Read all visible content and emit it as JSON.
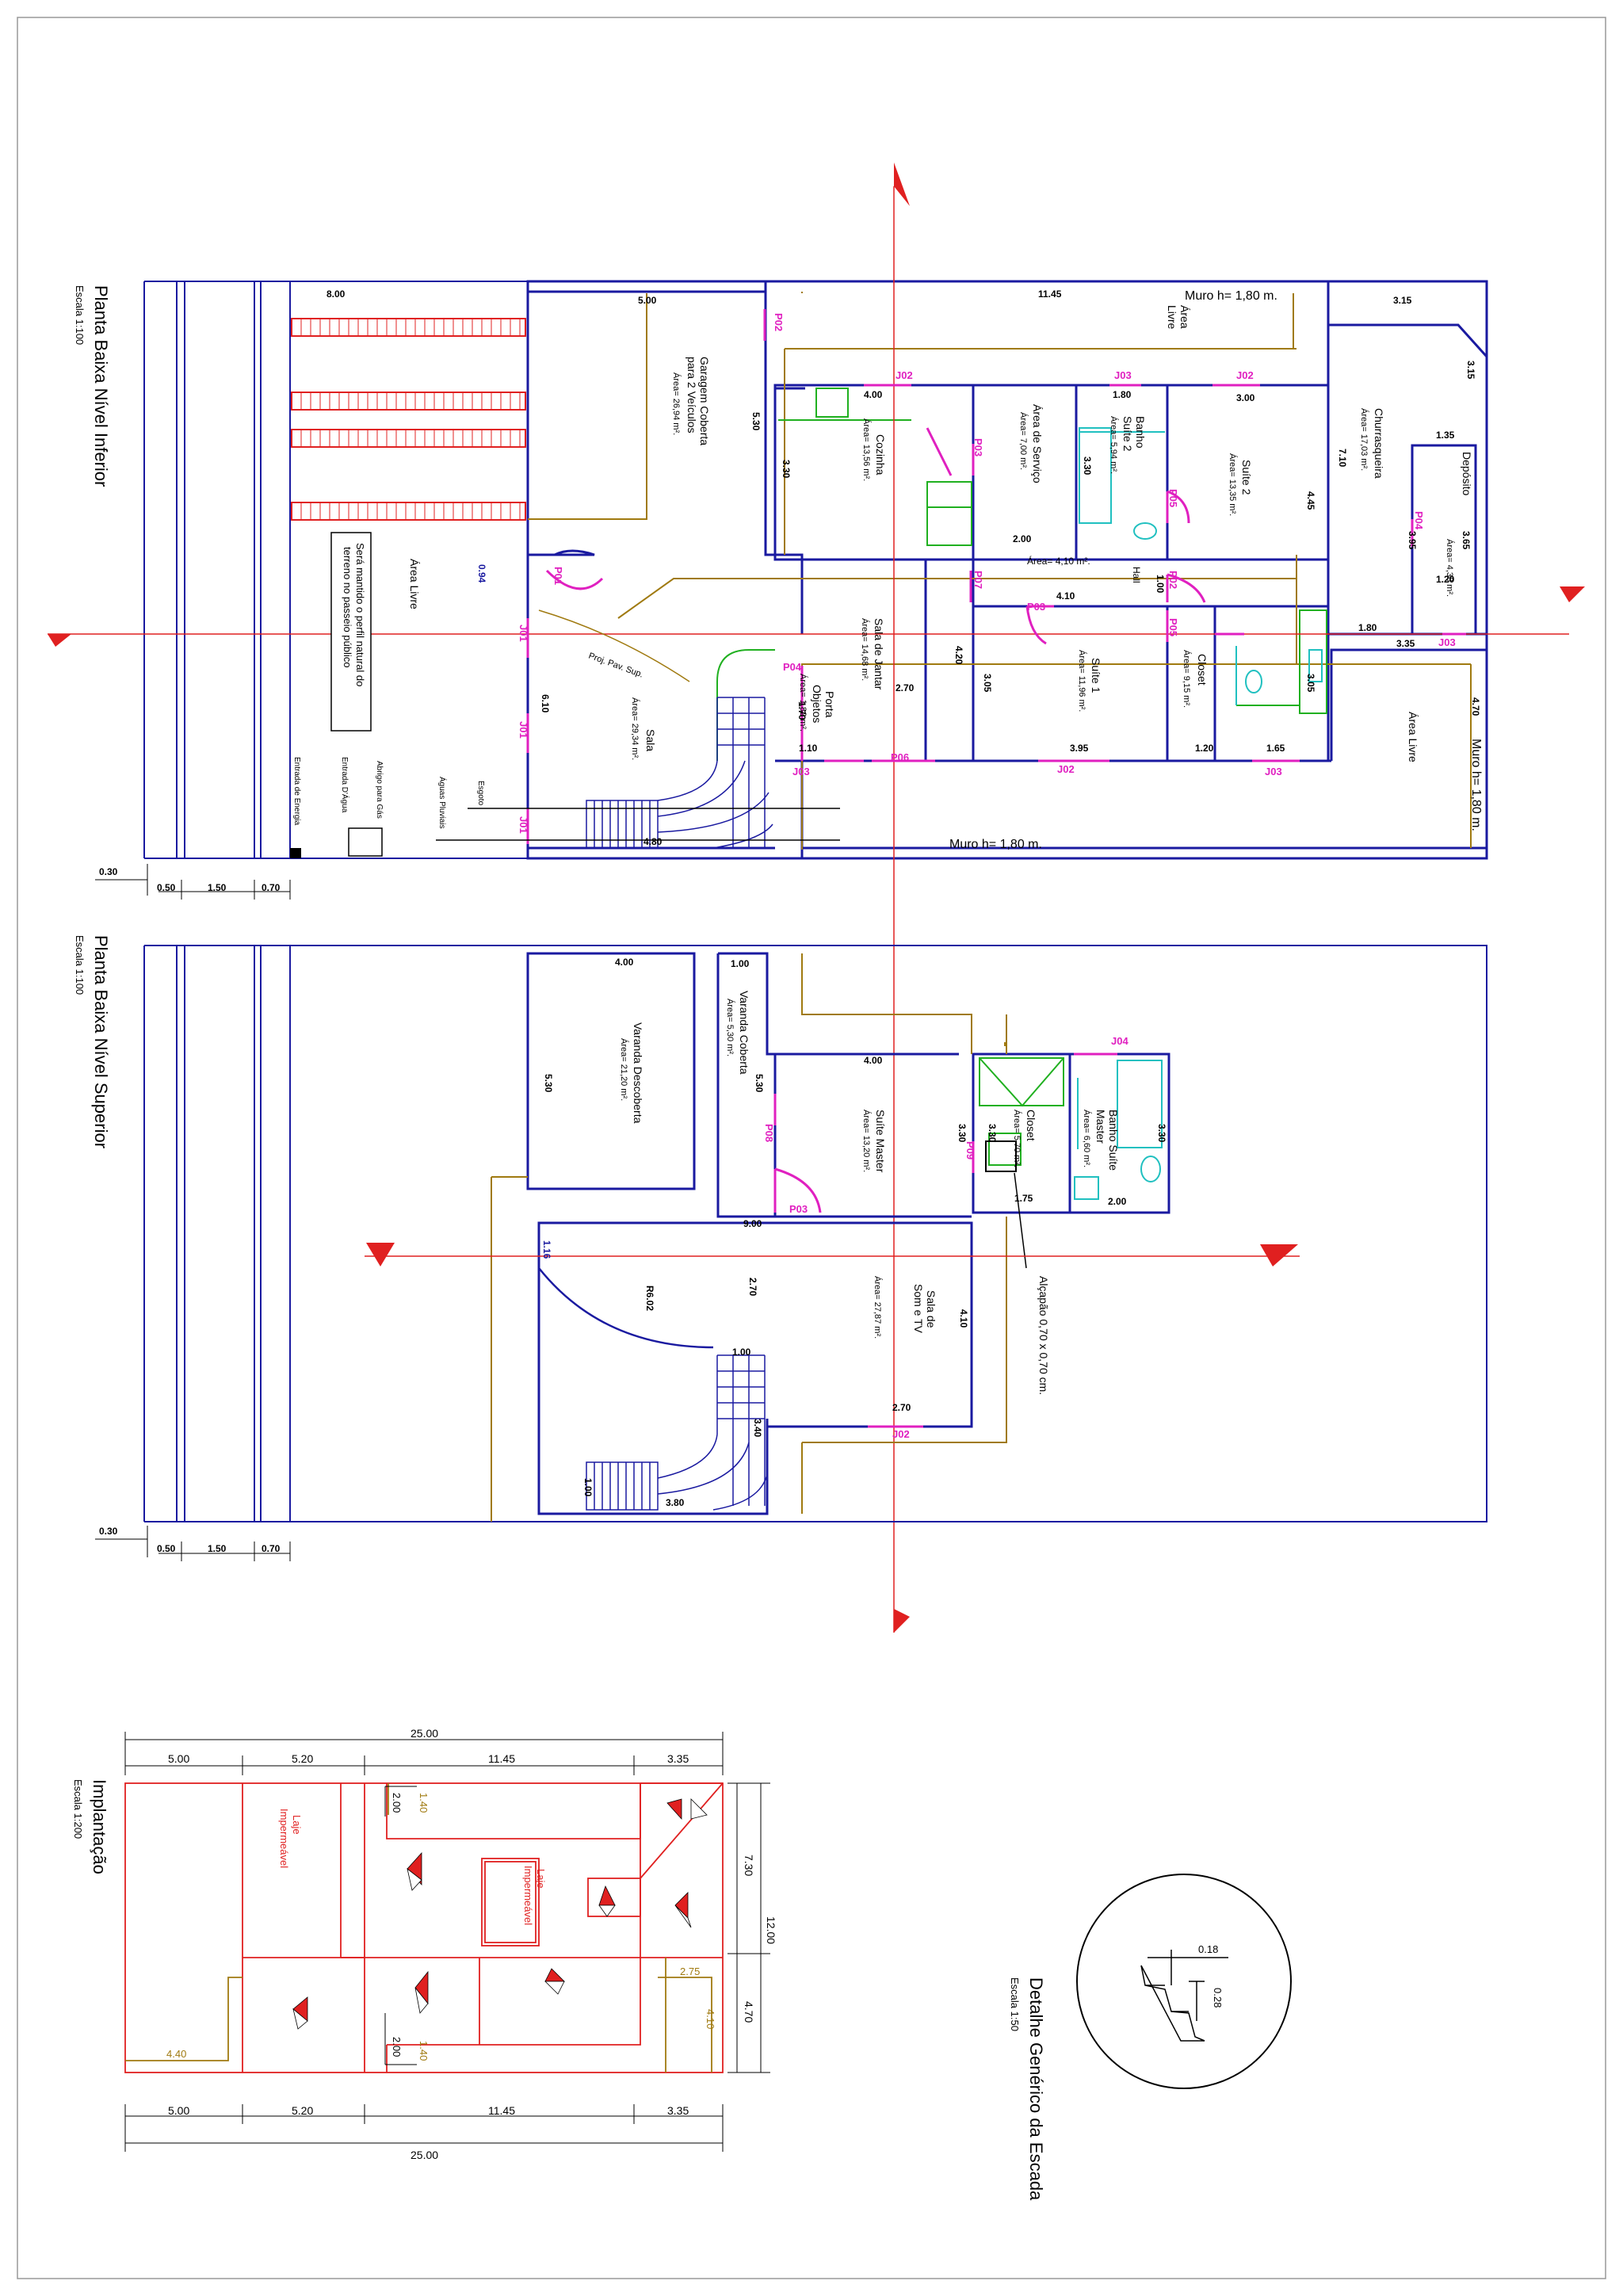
{
  "lower_floor": {
    "title": "Planta Baixa Nível Inferior",
    "scale": "Escala 1:100",
    "rooms": {
      "garage": {
        "name": "Garagem Coberta",
        "sub": "para 2 Veículos",
        "area": "Área= 26,94 m²."
      },
      "area_livre_left": {
        "name": "Área Livre"
      },
      "note": {
        "line1": "Será mantido o perfil natural do",
        "line2": "terreno no passeio público"
      },
      "sala": {
        "name": "Sala",
        "area": "Área= 29,34 m²."
      },
      "cozinha": {
        "name": "Cozinha",
        "area": "Área= 13,56 m²."
      },
      "servico": {
        "name": "Área de Serviço",
        "area": "Área= 7,00 m²."
      },
      "banho2": {
        "name": "Banho",
        "sub": "Suíte 2",
        "area": "Área= 5,94 m²."
      },
      "suite2": {
        "name": "Suíte 2",
        "area": "Área= 13,35 m²."
      },
      "churrasqueira": {
        "name": "Churrasqueira",
        "area": "Área= 17,03 m²."
      },
      "deposito": {
        "name": "Depósito",
        "area": "Área= 4,38 m²."
      },
      "hall": {
        "name": "Hall",
        "area": "Área= 4,10 m²."
      },
      "jantar": {
        "name": "Sala de Jantar",
        "area": "Área= 14,68 m²."
      },
      "suite1": {
        "name": "Suíte 1",
        "area": "Área= 11,96 m²."
      },
      "closet1": {
        "name": "Closet",
        "area": "Área= 9,15 m²."
      },
      "porta_objetos": {
        "name": "Porta",
        "sub": "Objetos",
        "area": "Área= 1,82 m²."
      },
      "area_livre_right": {
        "name": "Área Livre"
      },
      "area_livre_top": {
        "name": "Área",
        "sub": "Livre"
      }
    },
    "walls_text": {
      "muro_top": "Muro h= 1,80 m.",
      "muro_bottom": "Muro h= 1,80 m.",
      "muro_right": "Muro h= 1,80 m.",
      "proj": "Proj. Pav. Sup."
    },
    "utilities": [
      "Esgoto",
      "Águas Pluviais",
      "Abrigo para Gás",
      "Entrada D'Água",
      "Entrada de Energia"
    ],
    "dims": [
      "8.00",
      "5.00",
      "11.45",
      "3.15",
      "3.15",
      "4.00",
      "1.80",
      "3.00",
      "1.35",
      "5.30",
      "3.30",
      "3.30",
      "7.10",
      "4.45",
      "3.65",
      "3.95",
      "2.00",
      "1.00",
      "1.20",
      "4.10",
      "1.80",
      "3.35",
      "4.20",
      "3.05",
      "3.05",
      "6.10",
      "2.70",
      "3.95",
      "1.20",
      "1.65",
      "4.70",
      "1.70",
      "1.10",
      "4.80",
      "0.94"
    ],
    "openings": [
      "P02",
      "J02",
      "J03",
      "J02",
      "P03",
      "P05",
      "P01",
      "P07",
      "P03",
      "P02",
      "P05",
      "P04",
      "J03",
      "J01",
      "J01",
      "J01",
      "P04",
      "J03",
      "P06",
      "J02",
      "J03"
    ],
    "bottom_dims": [
      "0.30",
      "0.50",
      "1.50",
      "0.70"
    ]
  },
  "upper_floor": {
    "title": "Planta Baixa Nível Superior",
    "scale": "Escala 1:100",
    "rooms": {
      "varanda_desc": {
        "name": "Varanda Descoberta",
        "area": "Área= 21,20 m²."
      },
      "varanda_cob": {
        "name": "Varanda Coberta",
        "area": "Área= 5,30 m²."
      },
      "suite_master": {
        "name": "Suíte Master",
        "area": "Área= 13,20 m²."
      },
      "closet": {
        "name": "Closet",
        "area": "Área= 5,70 m²."
      },
      "banho_master": {
        "name": "Banho Suíte",
        "sub": "Master",
        "area": "Área= 6,60 m²."
      },
      "sala_som": {
        "name": "Sala de",
        "sub": "Som e TV",
        "area": "Área= 27,87 m²."
      }
    },
    "note": "Alçapão 0,70 x 0,70 cm.",
    "dims": [
      "4.00",
      "1.00",
      "5.30",
      "5.30",
      "4.00",
      "3.30",
      "3.30",
      "3.30",
      "1.75",
      "2.00",
      "9.00",
      "1.16",
      "2.70",
      "4.10",
      "1.00",
      "3.40",
      "2.70",
      "1.00",
      "3.80",
      "R6.02"
    ],
    "openings": [
      "J04",
      "P08",
      "P09",
      "P03",
      "J02"
    ],
    "bottom_dims": [
      "0.30",
      "0.50",
      "1.50",
      "0.70"
    ]
  },
  "implantacao": {
    "title": "Implantação",
    "scale": "Escala 1:200",
    "laje1": {
      "l1": "Laje",
      "l2": "Impermeável"
    },
    "laje2": {
      "l1": "Laje",
      "l2": "Impermeável"
    },
    "top_total": "25.00",
    "top_parts": [
      "5.00",
      "5.20",
      "11.45",
      "3.35"
    ],
    "bottom_total": "25.00",
    "bottom_parts": [
      "5.00",
      "5.20",
      "11.45",
      "3.35"
    ],
    "right_dims": [
      "7.30",
      "12.00",
      "4.70"
    ],
    "inner_dims": [
      "2.00",
      "1.40",
      "2.00",
      "1.40",
      "2.75",
      "4.10",
      "4.40"
    ]
  },
  "stair_detail": {
    "title": "Detalhe Genérico da Escada",
    "scale": "Escala 1:50",
    "dims": [
      "0.18",
      "0.28"
    ]
  }
}
